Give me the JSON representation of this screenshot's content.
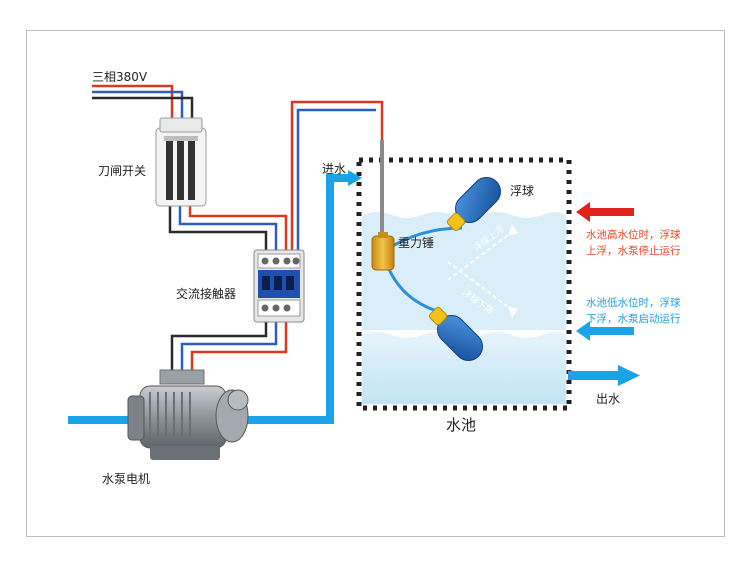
{
  "labels": {
    "power": "三相380V",
    "knife_switch": "刀闸开关",
    "contactor": "交流接触器",
    "pump_motor": "水泵电机",
    "water_in": "进水",
    "water_out": "出水",
    "pool": "水池",
    "float_ball": "浮球",
    "weight": "重力锤",
    "float_up": "浮球上浮",
    "float_down": "浮球下降"
  },
  "notes": {
    "high_level": [
      "水池高水位时，浮球",
      "上浮，水泵停止运行"
    ],
    "low_level": [
      "水池低水位时，浮球",
      "下浮，水泵启动运行"
    ]
  },
  "colors": {
    "wire_red": "#d9391e",
    "wire_blue": "#2a5fc0",
    "wire_black": "#2a2a2a",
    "pipe_blue": "#1aa3e6",
    "water_light": "#cfe9f7",
    "float_blue": "#1f63b8",
    "float_yellow": "#f3c21a",
    "arrow_red": "#e0241b",
    "note_red": "#e8451e",
    "note_blue": "#1a9ee0"
  },
  "icons": [
    "knife-switch-icon",
    "contactor-icon",
    "pump-motor-icon",
    "float-ball-icon",
    "weight-icon"
  ]
}
